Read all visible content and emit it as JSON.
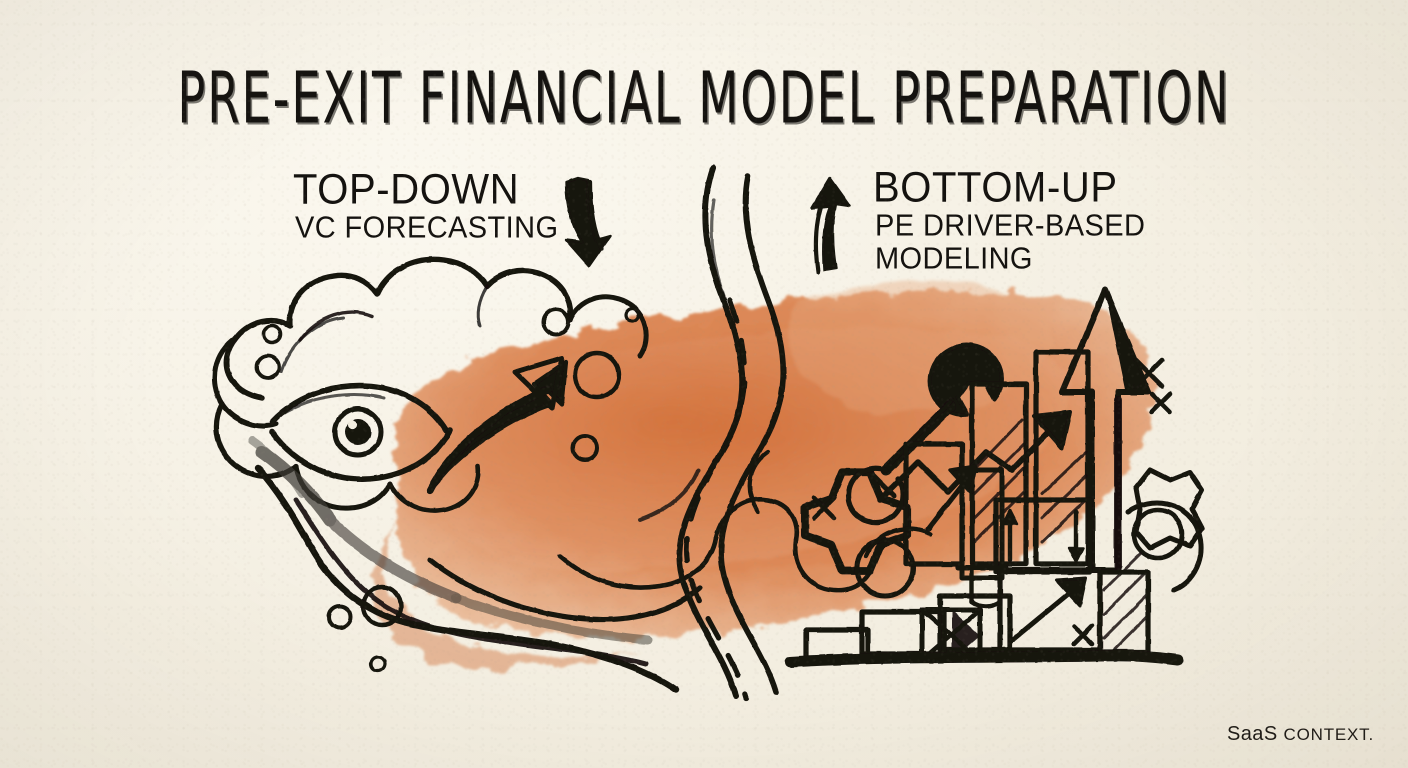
{
  "meta": {
    "title": "Pre-Exit Financial Model Preparation",
    "style": "hand-drawn ink and watercolour sketchnote",
    "paper_color": "#f4efe2",
    "ink_color": "#14120f",
    "accent_color": "#d2703c"
  },
  "header": {
    "title": "PRE-EXIT FINANCIAL MODEL PREPARATION"
  },
  "left_label": {
    "heading": "TOP-DOWN",
    "subheading": "VC FORECASTING",
    "arrow_icon": "arrow-down-icon"
  },
  "right_label": {
    "heading": "BOTTOM-UP",
    "subheading_line1": "PE DRIVER-BASED",
    "subheading_line2": "MODELING",
    "arrow_icon": "arrow-up-icon"
  },
  "illustration": {
    "left": {
      "name": "thought-cloud-with-eye",
      "elements": [
        "cloud-outline",
        "eye-icon",
        "bubble",
        "swoosh-arrow-icon",
        "smoke-trail"
      ]
    },
    "center": {
      "name": "winding-road",
      "elements": [
        "road-edge-left",
        "road-edge-right",
        "road-dashed-centerline"
      ]
    },
    "right": {
      "name": "operations-build-stack",
      "elements": [
        "wrench-icon",
        "gear-icon",
        "bar-chart",
        "trend-arrow-icon",
        "big-up-arrow-icon",
        "box",
        "crate-icon",
        "x-mark",
        "ground-line"
      ]
    },
    "watercolor": {
      "name": "orange-watercolor-splash",
      "color": "#d2703c"
    }
  },
  "footer": {
    "brand_primary": "SaaS",
    "brand_secondary": "CONTEXT."
  }
}
